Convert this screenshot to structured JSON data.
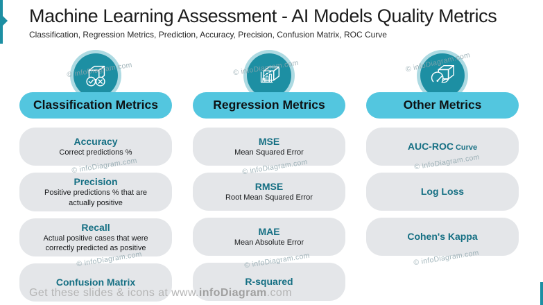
{
  "slide": {
    "title": "Machine Learning Assessment - AI Models Quality Metrics",
    "subtitle": "Classification, Regression Metrics, Prediction, Accuracy, Precision, Confusion Matrix, ROC Curve",
    "watermark": "© infoDiagram.com",
    "footer": {
      "prefix": "Get these slides & icons at www.",
      "brand": "infoDiagram",
      "suffix": ".com"
    }
  },
  "colors": {
    "accent_teal": "#1D8FA3",
    "icon_ring": "#76C1CE",
    "header_pill_bg": "#53C6DF",
    "pill_bg": "#E4E6E9",
    "metric_title_text": "#156F83",
    "body_text": "#1c1c1c",
    "footer_text": "#b5b5b5"
  },
  "columns": [
    {
      "header": "Classification Metrics",
      "icon": "classification-cube-check-x-icon",
      "items": [
        {
          "title": "Accuracy",
          "desc": "Correct predictions %"
        },
        {
          "title": "Precision",
          "desc": "Positive predictions % that are actually positive"
        },
        {
          "title": "Recall",
          "desc": "Actual positive cases that were correctly predicted as positive"
        },
        {
          "title": "Confusion Matrix",
          "desc": ""
        }
      ]
    },
    {
      "header": "Regression Metrics",
      "icon": "regression-cube-chart-icon",
      "items": [
        {
          "title": "MSE",
          "desc": "Mean Squared Error"
        },
        {
          "title": "RMSE",
          "desc": "Root Mean Squared Error"
        },
        {
          "title": "MAE",
          "desc": "Mean Absolute Error"
        },
        {
          "title": "R-squared",
          "desc": ""
        }
      ]
    },
    {
      "header": "Other Metrics",
      "icon": "other-metrics-cube-gauge-icon",
      "items": [
        {
          "title": "AUC-ROC",
          "title_suffix": "Curve",
          "desc": ""
        },
        {
          "title": "Log Loss",
          "desc": ""
        },
        {
          "title": "Cohen's Kappa",
          "desc": ""
        }
      ]
    }
  ]
}
